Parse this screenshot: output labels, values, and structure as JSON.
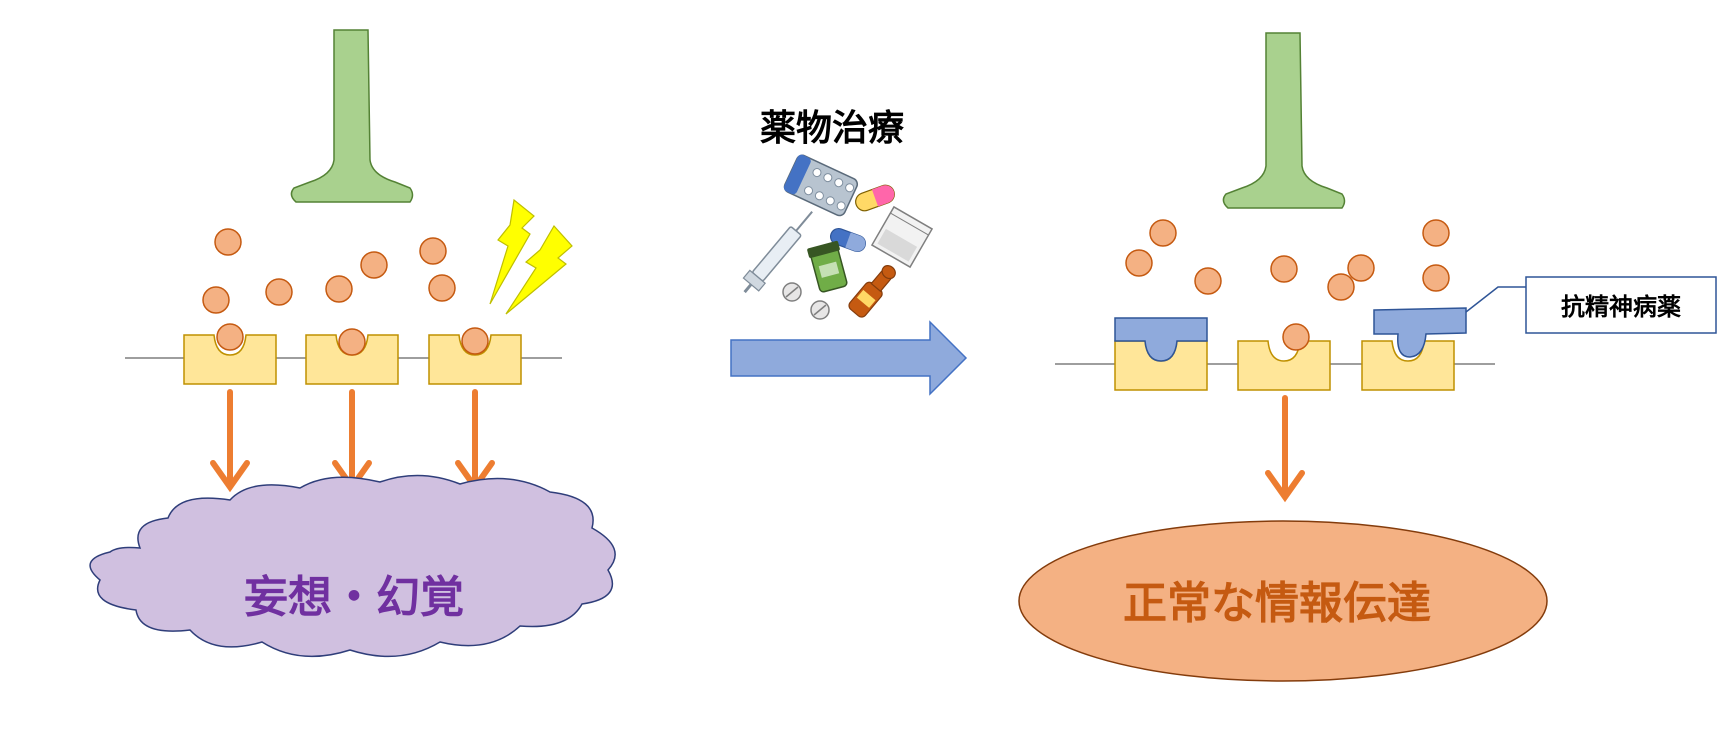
{
  "diagram": {
    "treatment": {
      "label": "薬物治療",
      "icon": "medicine-icons"
    },
    "left": {
      "outcome_label": "妄想・幻覚",
      "signal_icon": "lightning-icon"
    },
    "right": {
      "outcome_label": "正常な情報伝達",
      "drug_label": "抗精神病薬"
    }
  },
  "colors": {
    "neuron": "#a9d18e",
    "neurotransmitter": "#f4b183",
    "receptor": "#ffe699",
    "antipsychotic": "#8faadc",
    "signal_arrow": "#ed7d31",
    "cloud": "#d0c0e0",
    "cloud_text": "#7030a0",
    "ellipse": "#f4b183",
    "ellipse_text": "#c55a11",
    "lightning": "#ffff00",
    "transition_arrow": "#8faadc"
  }
}
